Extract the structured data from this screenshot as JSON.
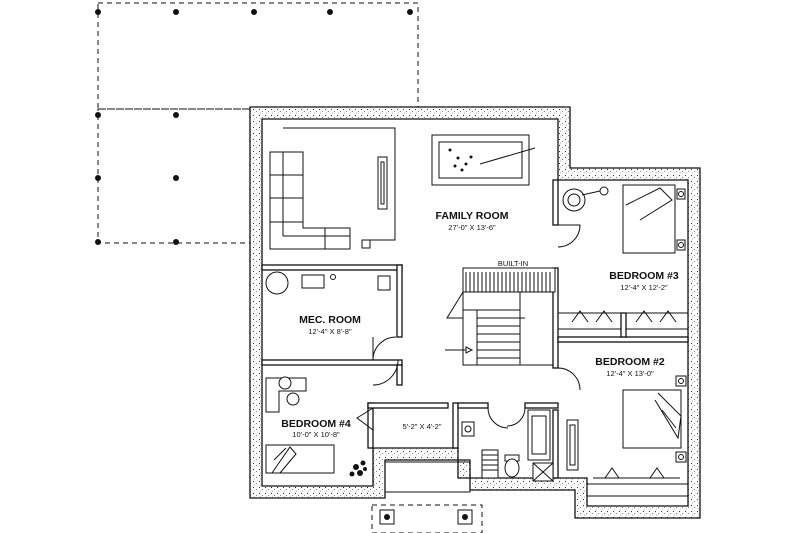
{
  "rooms": {
    "family": {
      "name": "FAMILY ROOM",
      "dims": "27'-0\" X 13'-6\""
    },
    "mec": {
      "name": "MEC. ROOM",
      "dims": "12'-4\" X 8'-8\""
    },
    "bed3": {
      "name": "BEDROOM #3",
      "dims": "12'-4\" X 12'-2\""
    },
    "bed2": {
      "name": "BEDROOM #2",
      "dims": "12'-4\" X 13'-0\""
    },
    "bed4": {
      "name": "BEDROOM #4",
      "dims": "10'-0\" X 10'-8\""
    },
    "bath": {
      "dims": "5'-2\" X 4'-2\""
    }
  },
  "labels": {
    "builtin": "BUILT-IN"
  },
  "colors": {
    "ink": "#111111",
    "wall_fill": "#ffffff",
    "background": "#ffffff"
  }
}
